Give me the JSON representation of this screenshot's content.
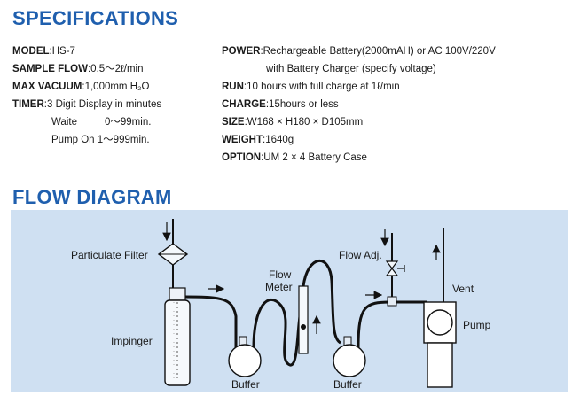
{
  "specifications": {
    "heading": "SPECIFICATIONS",
    "left": {
      "model": {
        "label": "MODEL",
        "value": "HS-7"
      },
      "sample_flow": {
        "label": "SAMPLE FLOW",
        "value": "0.5～2ℓ/min"
      },
      "max_vacuum": {
        "label": "MAX VACUUM",
        "value": "1,000mm H₂O"
      },
      "timer": {
        "label": "TIMER",
        "value": "3 Digit Display in minutes"
      },
      "waite": {
        "label": "Waite",
        "value": "0～99min."
      },
      "pump_on": {
        "label": "Pump On",
        "value": "1～999min."
      }
    },
    "right": {
      "power": {
        "label": "POWER",
        "value": "Rechargeable Battery(2000mAH) or AC 100V/220V"
      },
      "power_cont": "with Battery Charger (specify voltage)",
      "run": {
        "label": "RUN",
        "value": "10 hours with full charge at 1ℓ/min"
      },
      "charge": {
        "label": "CHARGE",
        "value": "15hours or less"
      },
      "size": {
        "label": "SIZE",
        "value": "W168 × H180 × D105mm"
      },
      "weight": {
        "label": "WEIGHT",
        "value": "1640g"
      },
      "option": {
        "label": "OPTION",
        "value": "UM 2 × 4  Battery Case"
      }
    }
  },
  "flow_diagram": {
    "heading": "FLOW DIAGRAM",
    "labels": {
      "particulate_filter": "Particulate Filter",
      "impinger": "Impinger",
      "buffer_1": "Buffer",
      "buffer_2": "Buffer",
      "flow_meter_line1": "Flow",
      "flow_meter_line2": "Meter",
      "flow_adj": "Flow Adj.",
      "vent": "Vent",
      "pump": "Pump"
    },
    "colors": {
      "panel": "#cfe0f2",
      "heading": "#1f5fae"
    }
  }
}
